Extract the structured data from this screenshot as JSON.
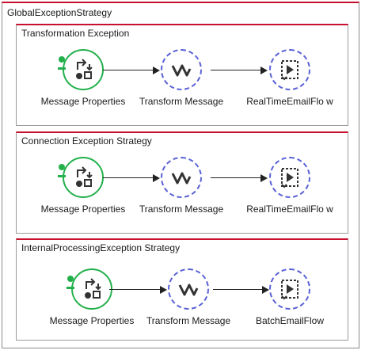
{
  "outer": {
    "title": "GlobalExceptionStrategy"
  },
  "strategies": [
    {
      "title": "Transformation Exception",
      "nodes": [
        {
          "label": "Message Properties",
          "icon": "message-properties-icon"
        },
        {
          "label": "Transform Message",
          "icon": "transform-message-icon"
        },
        {
          "label": "RealTimeEmailFlo w",
          "icon": "flow-reference-icon"
        }
      ]
    },
    {
      "title": "Connection Exception Strategy",
      "nodes": [
        {
          "label": "Message Properties",
          "icon": "message-properties-icon"
        },
        {
          "label": "Transform Message",
          "icon": "transform-message-icon"
        },
        {
          "label": "RealTimeEmailFlo w",
          "icon": "flow-reference-icon"
        }
      ]
    },
    {
      "title": "InternalProcessingException Strategy",
      "nodes": [
        {
          "label": "Message Properties",
          "icon": "message-properties-icon"
        },
        {
          "label": "Transform Message",
          "icon": "transform-message-icon"
        },
        {
          "label": "BatchEmailFlow",
          "icon": "flow-reference-icon"
        }
      ]
    }
  ],
  "colors": {
    "header_accent": "#c8102e",
    "processor_green": "#22b04b",
    "transformer_blue": "#5a62d6"
  }
}
